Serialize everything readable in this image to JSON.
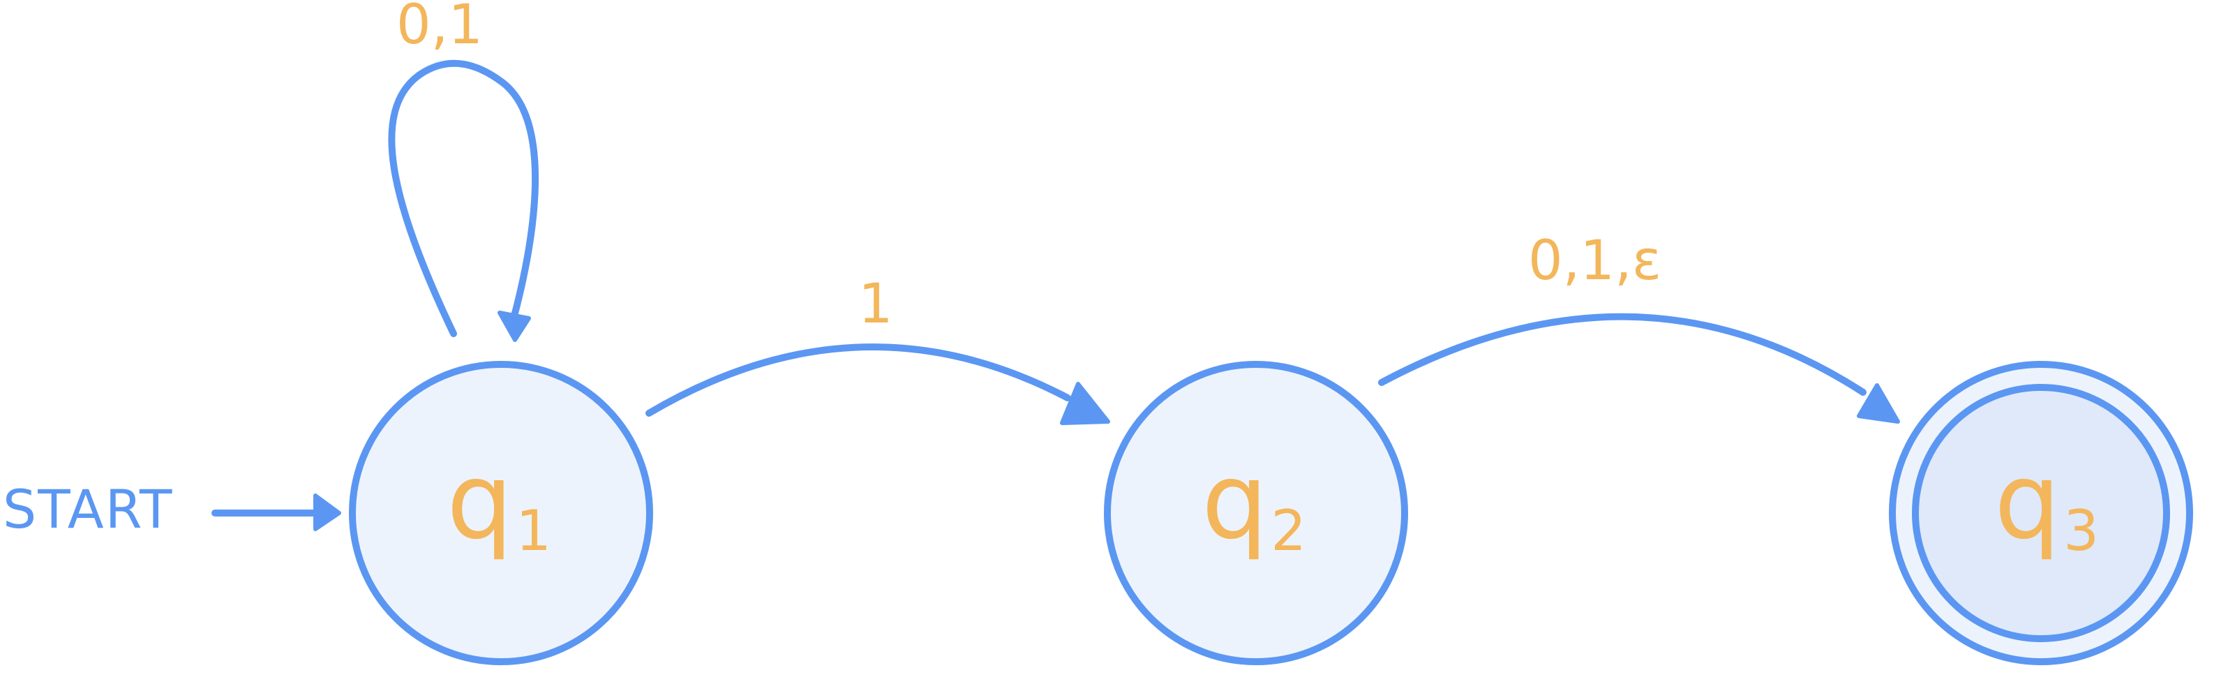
{
  "states": {
    "q1": {
      "name": "q",
      "sub": "1"
    },
    "q2": {
      "name": "q",
      "sub": "2"
    },
    "q3": {
      "name": "q",
      "sub": "3"
    }
  },
  "start": {
    "label": "START"
  },
  "transitions": {
    "q1_loop": {
      "label": "0,1"
    },
    "q1_to_q2": {
      "label": "1"
    },
    "q2_to_q3": {
      "label": "0,1,ε"
    }
  },
  "colors": {
    "stroke": "#5b97f2",
    "state_fill": "#edf3fd",
    "accept_fill": "#dfe9fa",
    "label": "#f3b65b"
  }
}
